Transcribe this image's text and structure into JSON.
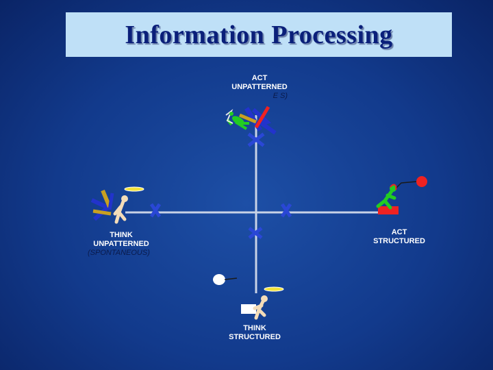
{
  "slide": {
    "title": "Information Processing"
  },
  "colors": {
    "axis": "#c8d2e6",
    "cross_marker": "#2a47d6",
    "title_bg": "#bfe0f7",
    "title_text": "#0a1f7a",
    "figure_green": "#22cc22",
    "figure_red": "#ee2222",
    "figure_skin": "#f4dcb8",
    "arrow_blue": "#2233cc",
    "arrow_gold": "#c8a020"
  },
  "labels": {
    "act_unpatterned": {
      "line1": "ACT",
      "line2": "UNPATTERNED",
      "note": "E      S)"
    },
    "think_unpatterned": {
      "line1": "THINK",
      "line2": "UNPATTERNED",
      "note": "(SPONTANEOUS)"
    },
    "act_structured": {
      "line1": "ACT",
      "line2": "STRUCTURED"
    },
    "think_structured": {
      "line1": "THINK",
      "line2": "STRUCTURED"
    }
  },
  "icons": {
    "top": "running-figure-with-arrows-icon",
    "left": "thinking-figure-with-arrows-icon",
    "right": "running-figure-with-balloon-icon",
    "bottom": "thinking-figure-with-balloon-icon",
    "marker": "x-marker-icon"
  }
}
